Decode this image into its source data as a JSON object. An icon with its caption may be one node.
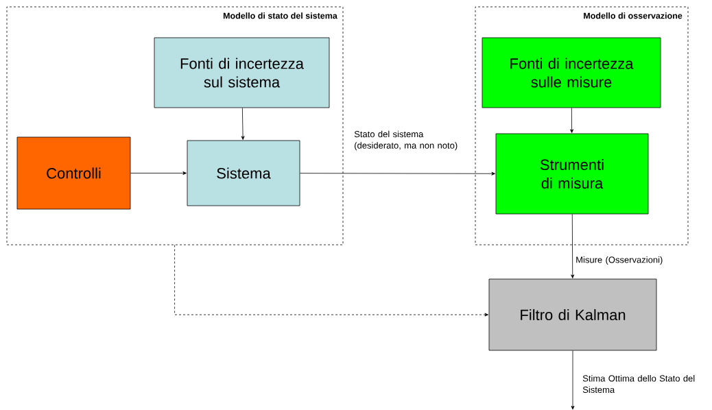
{
  "diagram": {
    "nodes": [
      {
        "text": [
          "Modello di stato del sistema"
        ]
      },
      {
        "text": [
          "Fonti di incertezza sul sistema"
        ],
        "in": 0
      },
      {
        "text": [
          "Controlli"
        ],
        "in": 0
      },
      {
        "text": [
          "Sistema"
        ],
        "in": 0
      },
      {
        "text": [
          "Modello di osservazione"
        ]
      },
      {
        "text": [
          "Fonti di incertezza sulle misure"
        ],
        "in": 4
      },
      {
        "text": [
          "Strumenti di misura"
        ],
        "in": 4
      },
      {
        "text": [
          "Filtro di Kalman"
        ]
      }
    ],
    "edges": [
      {
        "from": 1,
        "to": 3,
        "arrow": "to"
      },
      {
        "from": 2,
        "to": 3,
        "arrow": "to"
      },
      {
        "from": 3,
        "to": 6,
        "arrow": "to",
        "label": "Stato del sistema (desiderato, ma non noto)"
      },
      {
        "from": 5,
        "to": 6,
        "arrow": "to"
      },
      {
        "from": 6,
        "to": 7,
        "arrow": "to",
        "label": "Misure (Osservazioni)"
      },
      {
        "from": 0,
        "to": 7,
        "arrow": "to",
        "style": "dashed"
      },
      {
        "from": 7,
        "to": null,
        "arrow": "to",
        "label": "Stima Ottima dello Stato del Sistema"
      }
    ]
  }
}
